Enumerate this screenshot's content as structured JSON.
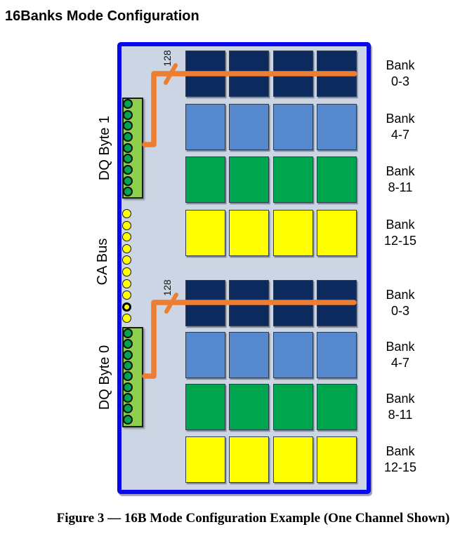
{
  "title": "16Banks Mode Configuration",
  "caption": "Figure 3 — 16B Mode Configuration Example (One Channel Shown)",
  "board": {
    "left_labels": [
      {
        "id": "dq-byte-1",
        "text": "DQ Byte 1"
      },
      {
        "id": "ca-bus",
        "text": "CA Bus"
      },
      {
        "id": "dq-byte-0",
        "text": "DQ Byte 0"
      }
    ],
    "bus_width_label": "128",
    "halves": [
      {
        "rows": [
          {
            "color": "navy",
            "label": [
              "Bank",
              "0-3"
            ]
          },
          {
            "color": "blue",
            "label": [
              "Bank",
              "4-7"
            ]
          },
          {
            "color": "green",
            "label": [
              "Bank",
              "8-11"
            ]
          },
          {
            "color": "yellow",
            "label": [
              "Bank",
              "12-15"
            ]
          }
        ]
      },
      {
        "rows": [
          {
            "color": "navy",
            "label": [
              "Bank",
              "0-3"
            ]
          },
          {
            "color": "blue",
            "label": [
              "Bank",
              "4-7"
            ]
          },
          {
            "color": "green",
            "label": [
              "Bank",
              "8-11"
            ]
          },
          {
            "color": "yellow",
            "label": [
              "Bank",
              "12-15"
            ]
          }
        ]
      }
    ],
    "pins": {
      "dq_byte_1": 9,
      "ca_bus": 10,
      "dq_byte_0": 9,
      "ca_bus_highlighted_pin_index": 9
    }
  },
  "colors": {
    "board_fill": "#ccd5e3",
    "board_border": "#0808f0",
    "wire_orange": "#ed7d31",
    "bank_navy": "#0c2a5e",
    "bank_blue": "#5588cc",
    "bank_green": "#00a550",
    "bank_yellow": "#ffff00",
    "connector_strip": "#8ed04c",
    "pin_green": "#00a550",
    "pin_yellow": "#ffff00"
  }
}
